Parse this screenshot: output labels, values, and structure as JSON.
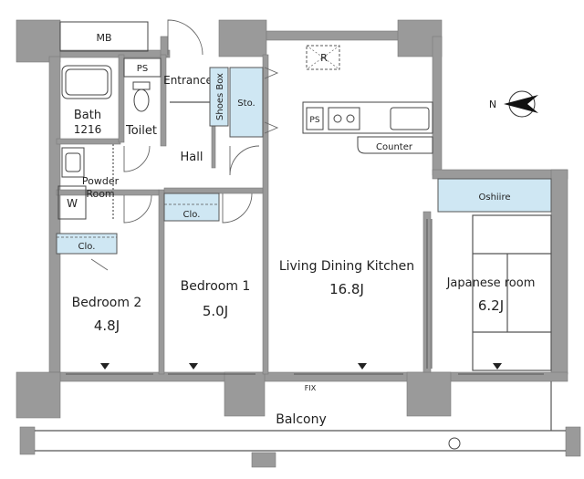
{
  "rooms": {
    "mb": "MB",
    "ps_top": "PS",
    "entrance": "Entrance",
    "shoes_box": "Shoes Box",
    "sto": "Sto.",
    "fridge": "R",
    "bath": "Bath",
    "bath_size": "1216",
    "toilet": "Toilet",
    "ps_kitchen": "PS",
    "counter": "Counter",
    "hall": "Hall",
    "powder_room_1": "Powder",
    "powder_room_2": "Room",
    "washer": "W",
    "oshiire": "Oshiire",
    "clo_bedroom1": "Clo.",
    "clo_bedroom2": "Clo.",
    "bedroom1": "Bedroom 1",
    "bedroom1_size": "5.0J",
    "bedroom2": "Bedroom 2",
    "bedroom2_size": "4.8J",
    "ldk": "Living Dining Kitchen",
    "ldk_size": "16.8J",
    "japanese": "Japanese room",
    "japanese_size": "6.2J",
    "fix": "FIX",
    "balcony": "Balcony"
  },
  "compass": {
    "label": "N"
  }
}
